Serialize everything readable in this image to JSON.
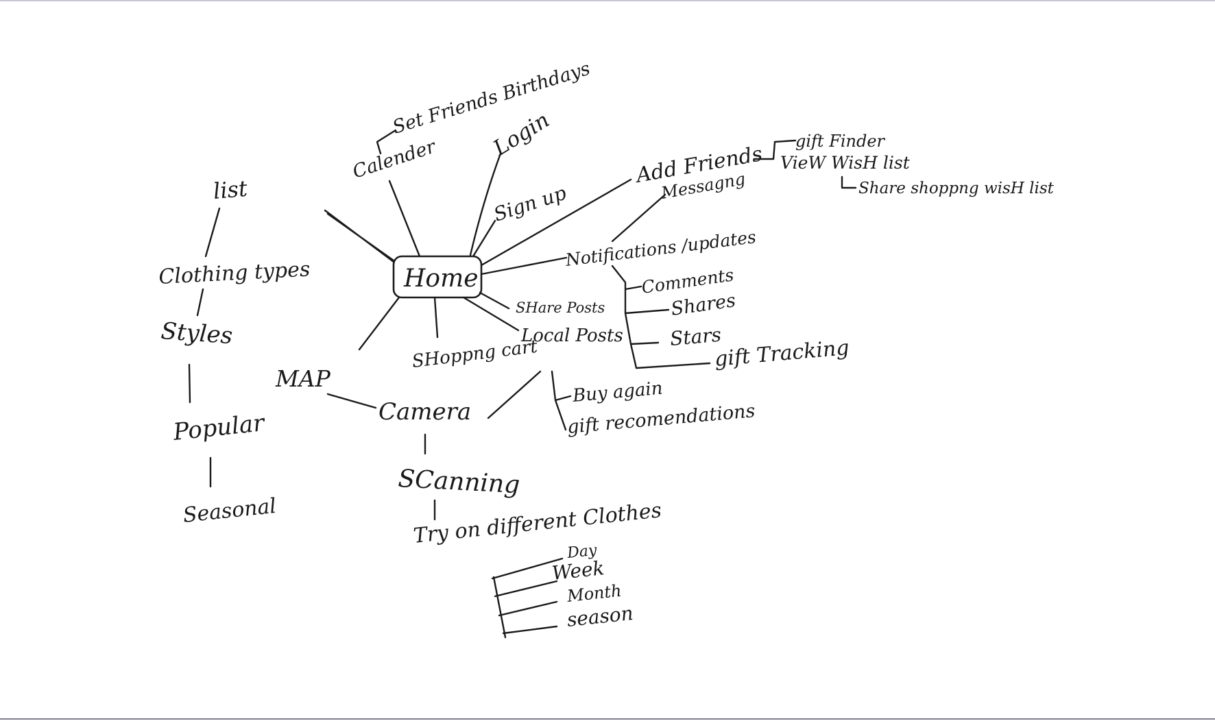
{
  "diagram": {
    "colors": {
      "ink": "#1a1a1a",
      "paper": "#ffffff",
      "frame": "#7e7c8c"
    },
    "nodes": {
      "home": "Home",
      "calender": "Calender",
      "set_friends_birthdays": "Set Friends Birthdays",
      "login": "Login",
      "sign_up": "Sign up",
      "add_friends": "Add Friends",
      "gift_finder": "gift Finder",
      "view_wish_list": "VieW WisH list",
      "share_shopping_wish_list": "Share shoppng wisH list",
      "messaging": "Messagng",
      "notifications_updates": "Notifications /updates",
      "comments": "Comments",
      "shares": "Shares",
      "stars": "Stars",
      "gift_tracking": "gift Tracking",
      "share_posts": "SHare Posts",
      "local_posts": "Local Posts",
      "buy_again": "Buy again",
      "gift_recomendations": "gift recomendations",
      "shopping_cart": "SHoppng cart",
      "map": "MAP",
      "camera": "Camera",
      "scanning": "SCanning",
      "try_on": "Try on different Clothes",
      "day": "Day",
      "week": "Week",
      "month": "Month",
      "season": "season",
      "list": "list",
      "clothing_types": "Clothing types",
      "styles": "Styles",
      "popular": "Popular",
      "seasonal": "Seasonal"
    }
  }
}
